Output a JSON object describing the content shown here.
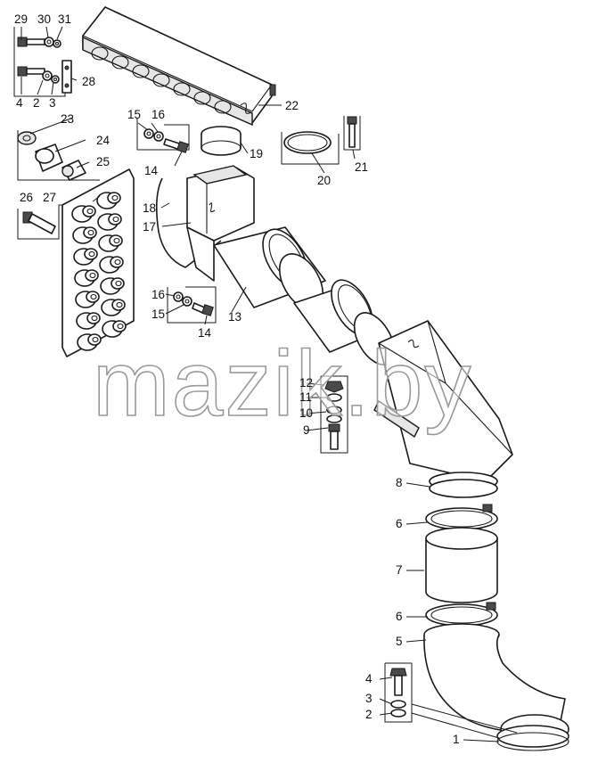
{
  "watermark": "mazik.by",
  "callouts": {
    "c1": "1",
    "c2a": "2",
    "c2b": "2",
    "c3a": "3",
    "c3b": "3",
    "c4a": "4",
    "c4b": "4",
    "c5": "5",
    "c6a": "6",
    "c6b": "6",
    "c7": "7",
    "c8": "8",
    "c9": "9",
    "c10": "10",
    "c11": "11",
    "c12": "12",
    "c13": "13",
    "c14a": "14",
    "c14b": "14",
    "c15a": "15",
    "c15b": "15",
    "c16a": "16",
    "c16b": "16",
    "c17": "17",
    "c18": "18",
    "c19": "19",
    "c20": "20",
    "c21": "21",
    "c22": "22",
    "c23": "23",
    "c24": "24",
    "c25": "25",
    "c26": "26",
    "c27": "27",
    "c28": "28",
    "c29": "29",
    "c30": "30",
    "c31": "31"
  },
  "colors": {
    "line": "#1a1a1a",
    "watermark_stroke": "#9a9a9a",
    "background": "#ffffff"
  }
}
